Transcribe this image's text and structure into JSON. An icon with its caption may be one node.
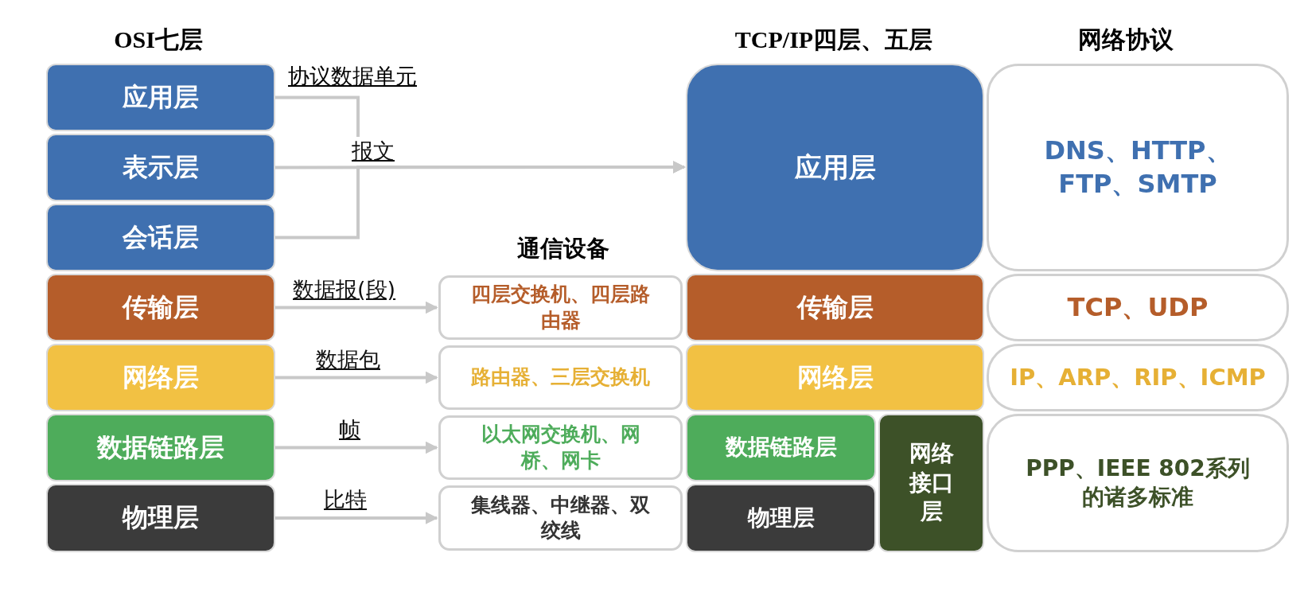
{
  "diagram": {
    "nodes": [
      {
        "text": [
          "应用层"
        ]
      },
      {
        "text": [
          "表示层"
        ]
      },
      {
        "text": [
          "会话层"
        ]
      },
      {
        "text": [
          "传输层"
        ]
      },
      {
        "text": [
          "网络层"
        ]
      },
      {
        "text": [
          "数据链路层"
        ]
      },
      {
        "text": [
          "物理层"
        ]
      },
      {
        "text": [
          "四层交换机、四层路由器"
        ]
      },
      {
        "text": [
          "路由器、三层交换机"
        ]
      },
      {
        "text": [
          "以太网交换机、网桥、网卡"
        ]
      },
      {
        "text": [
          "集线器、中继器、双绞线"
        ]
      },
      {
        "text": [
          "应用层"
        ]
      },
      {
        "text": [
          "传输层"
        ]
      },
      {
        "text": [
          "网络层"
        ]
      },
      {
        "text": [
          "数据链路层"
        ]
      },
      {
        "text": [
          "物理层"
        ]
      },
      {
        "text": [
          "网络接口层"
        ]
      },
      {
        "text": [
          "DNS、HTTP、FTP、SMTP"
        ]
      },
      {
        "text": [
          "TCP、UDP"
        ]
      },
      {
        "text": [
          "IP、ARP、RIP、ICMP"
        ]
      },
      {
        "text": [
          "PPP、IEEE 802系列的诸多标准"
        ]
      }
    ],
    "edges": [
      {
        "from": 0,
        "to": 11,
        "arrow": "to"
      },
      {
        "from": 1,
        "to": 11,
        "arrow": "to",
        "label": "报文"
      },
      {
        "from": 2,
        "to": 11,
        "arrow": "to"
      },
      {
        "from": 3,
        "to": 7,
        "arrow": "to",
        "label": "数据报(段)"
      },
      {
        "from": 4,
        "to": 8,
        "arrow": "to",
        "label": "数据包"
      },
      {
        "from": 5,
        "to": 9,
        "arrow": "to",
        "label": "帧"
      },
      {
        "from": 6,
        "to": 10,
        "arrow": "to",
        "label": "比特"
      }
    ],
    "labels": [
      "OSI七层",
      "协议数据单元",
      "通信设备",
      "TCP/IP四层、五层",
      "网络协议"
    ]
  }
}
